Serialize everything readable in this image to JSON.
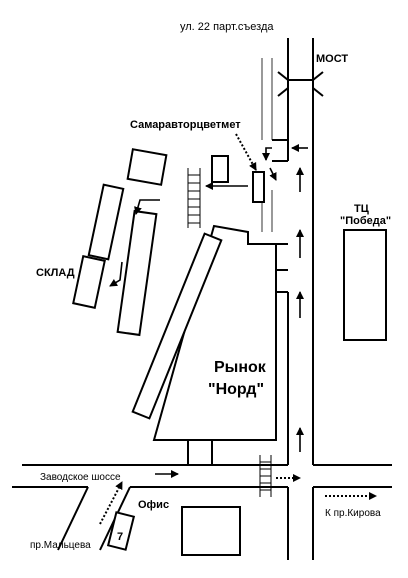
{
  "map": {
    "labels": {
      "street_top": "ул. 22 парт.съезда",
      "bridge": "МОСТ",
      "company": "Самаравторцветмет",
      "mall_line1": "ТЦ",
      "mall_line2": "\"Победа\"",
      "warehouse": "СКЛАД",
      "market_line1": "Рынок",
      "market_line2": "\"Норд\"",
      "highway": "Заводское шоссе",
      "office": "Офис",
      "office_number": "7",
      "to_kirova": "К пр.Кирова",
      "maltseva": "пр.Мальцева"
    },
    "colors": {
      "ink": "#000000",
      "paper": "#ffffff"
    }
  }
}
